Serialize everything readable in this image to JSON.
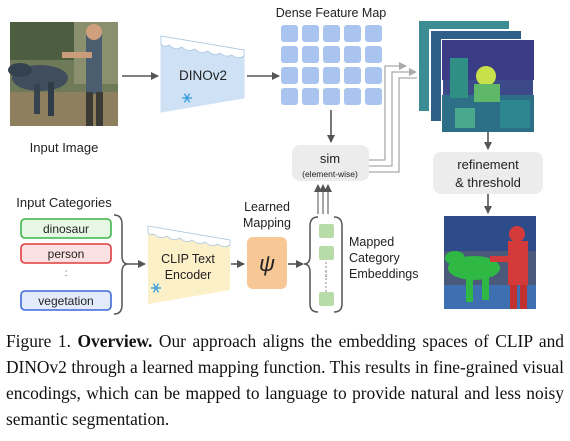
{
  "input_image": {
    "label": "Input Image"
  },
  "dinov2": {
    "label": "DINOv2"
  },
  "feature_map": {
    "label": "Dense Feature Map"
  },
  "sim": {
    "label": "sim",
    "sublabel": "(element-wise)"
  },
  "refinement": {
    "line1": "refinement",
    "line2": "& threshold"
  },
  "input_categories": {
    "label": "Input Categories",
    "items": [
      {
        "text": "dinosaur",
        "border": "#3cb54a",
        "fill": "#e6f7e4"
      },
      {
        "text": "person",
        "border": "#e03c3c",
        "fill": "#fbe1e1"
      },
      {
        "text": "vegetation",
        "border": "#3d68d8",
        "fill": "#e3ebfb"
      }
    ],
    "ellipsis": ":"
  },
  "clip": {
    "line1": "CLIP Text",
    "line2": "Encoder"
  },
  "mapping": {
    "line1": "Learned",
    "line2": "Mapping",
    "symbol": "ψ"
  },
  "embeddings": {
    "line1": "Mapped",
    "line2": "Category",
    "line3": "Embeddings",
    "ellipsis": ":"
  },
  "caption": {
    "figure_label": "Figure 1.",
    "title": "Overview.",
    "text": "Our approach aligns the embedding spaces of CLIP and DINOv2 through a learned mapping function. This results in fine-grained visual encodings, which can be mapped to language to provide natural and less noisy semantic segmentation."
  },
  "colors": {
    "grid_cell": "#a9c4ef",
    "dino_fill": "#cfe2f5",
    "clip_fill": "#fbf0c8",
    "mapping_fill": "#f7c896",
    "embedding_fill": "#b8dca8",
    "gray_box": "#ececec"
  },
  "icons": {
    "snow": "snowflake-icon"
  }
}
